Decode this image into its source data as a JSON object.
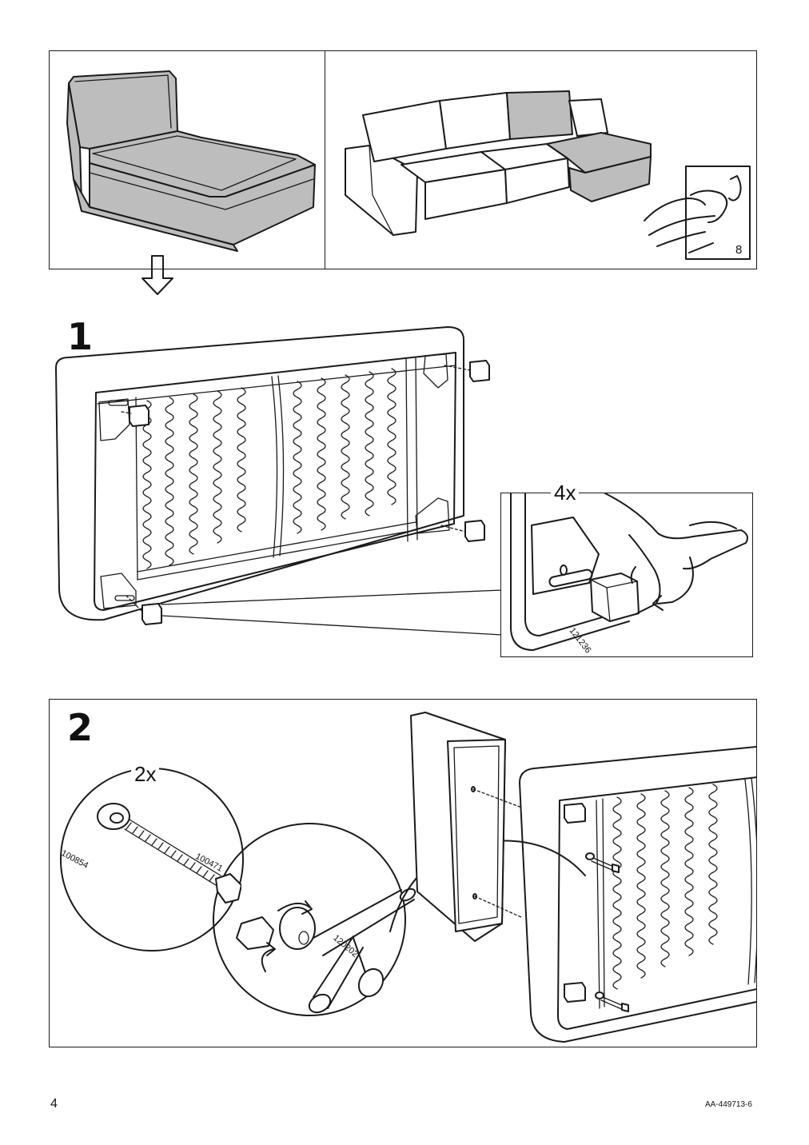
{
  "top": {
    "see_page_number": "8"
  },
  "step1": {
    "number": "1",
    "quantity": "4x",
    "part_number": "121236"
  },
  "step2": {
    "number": "2",
    "quantity": "2x",
    "parts": {
      "washer": "100854",
      "bolt": "100471",
      "wrench": "120202"
    }
  },
  "footer": {
    "page_number": "4",
    "document_code": "AA-449713-6"
  },
  "colors": {
    "fabric_grey": "#bdbdbd",
    "line": "#1a1a1a"
  },
  "icons": [
    "down-arrow-icon",
    "manual-page-icon",
    "rotate-arrow-icon"
  ]
}
